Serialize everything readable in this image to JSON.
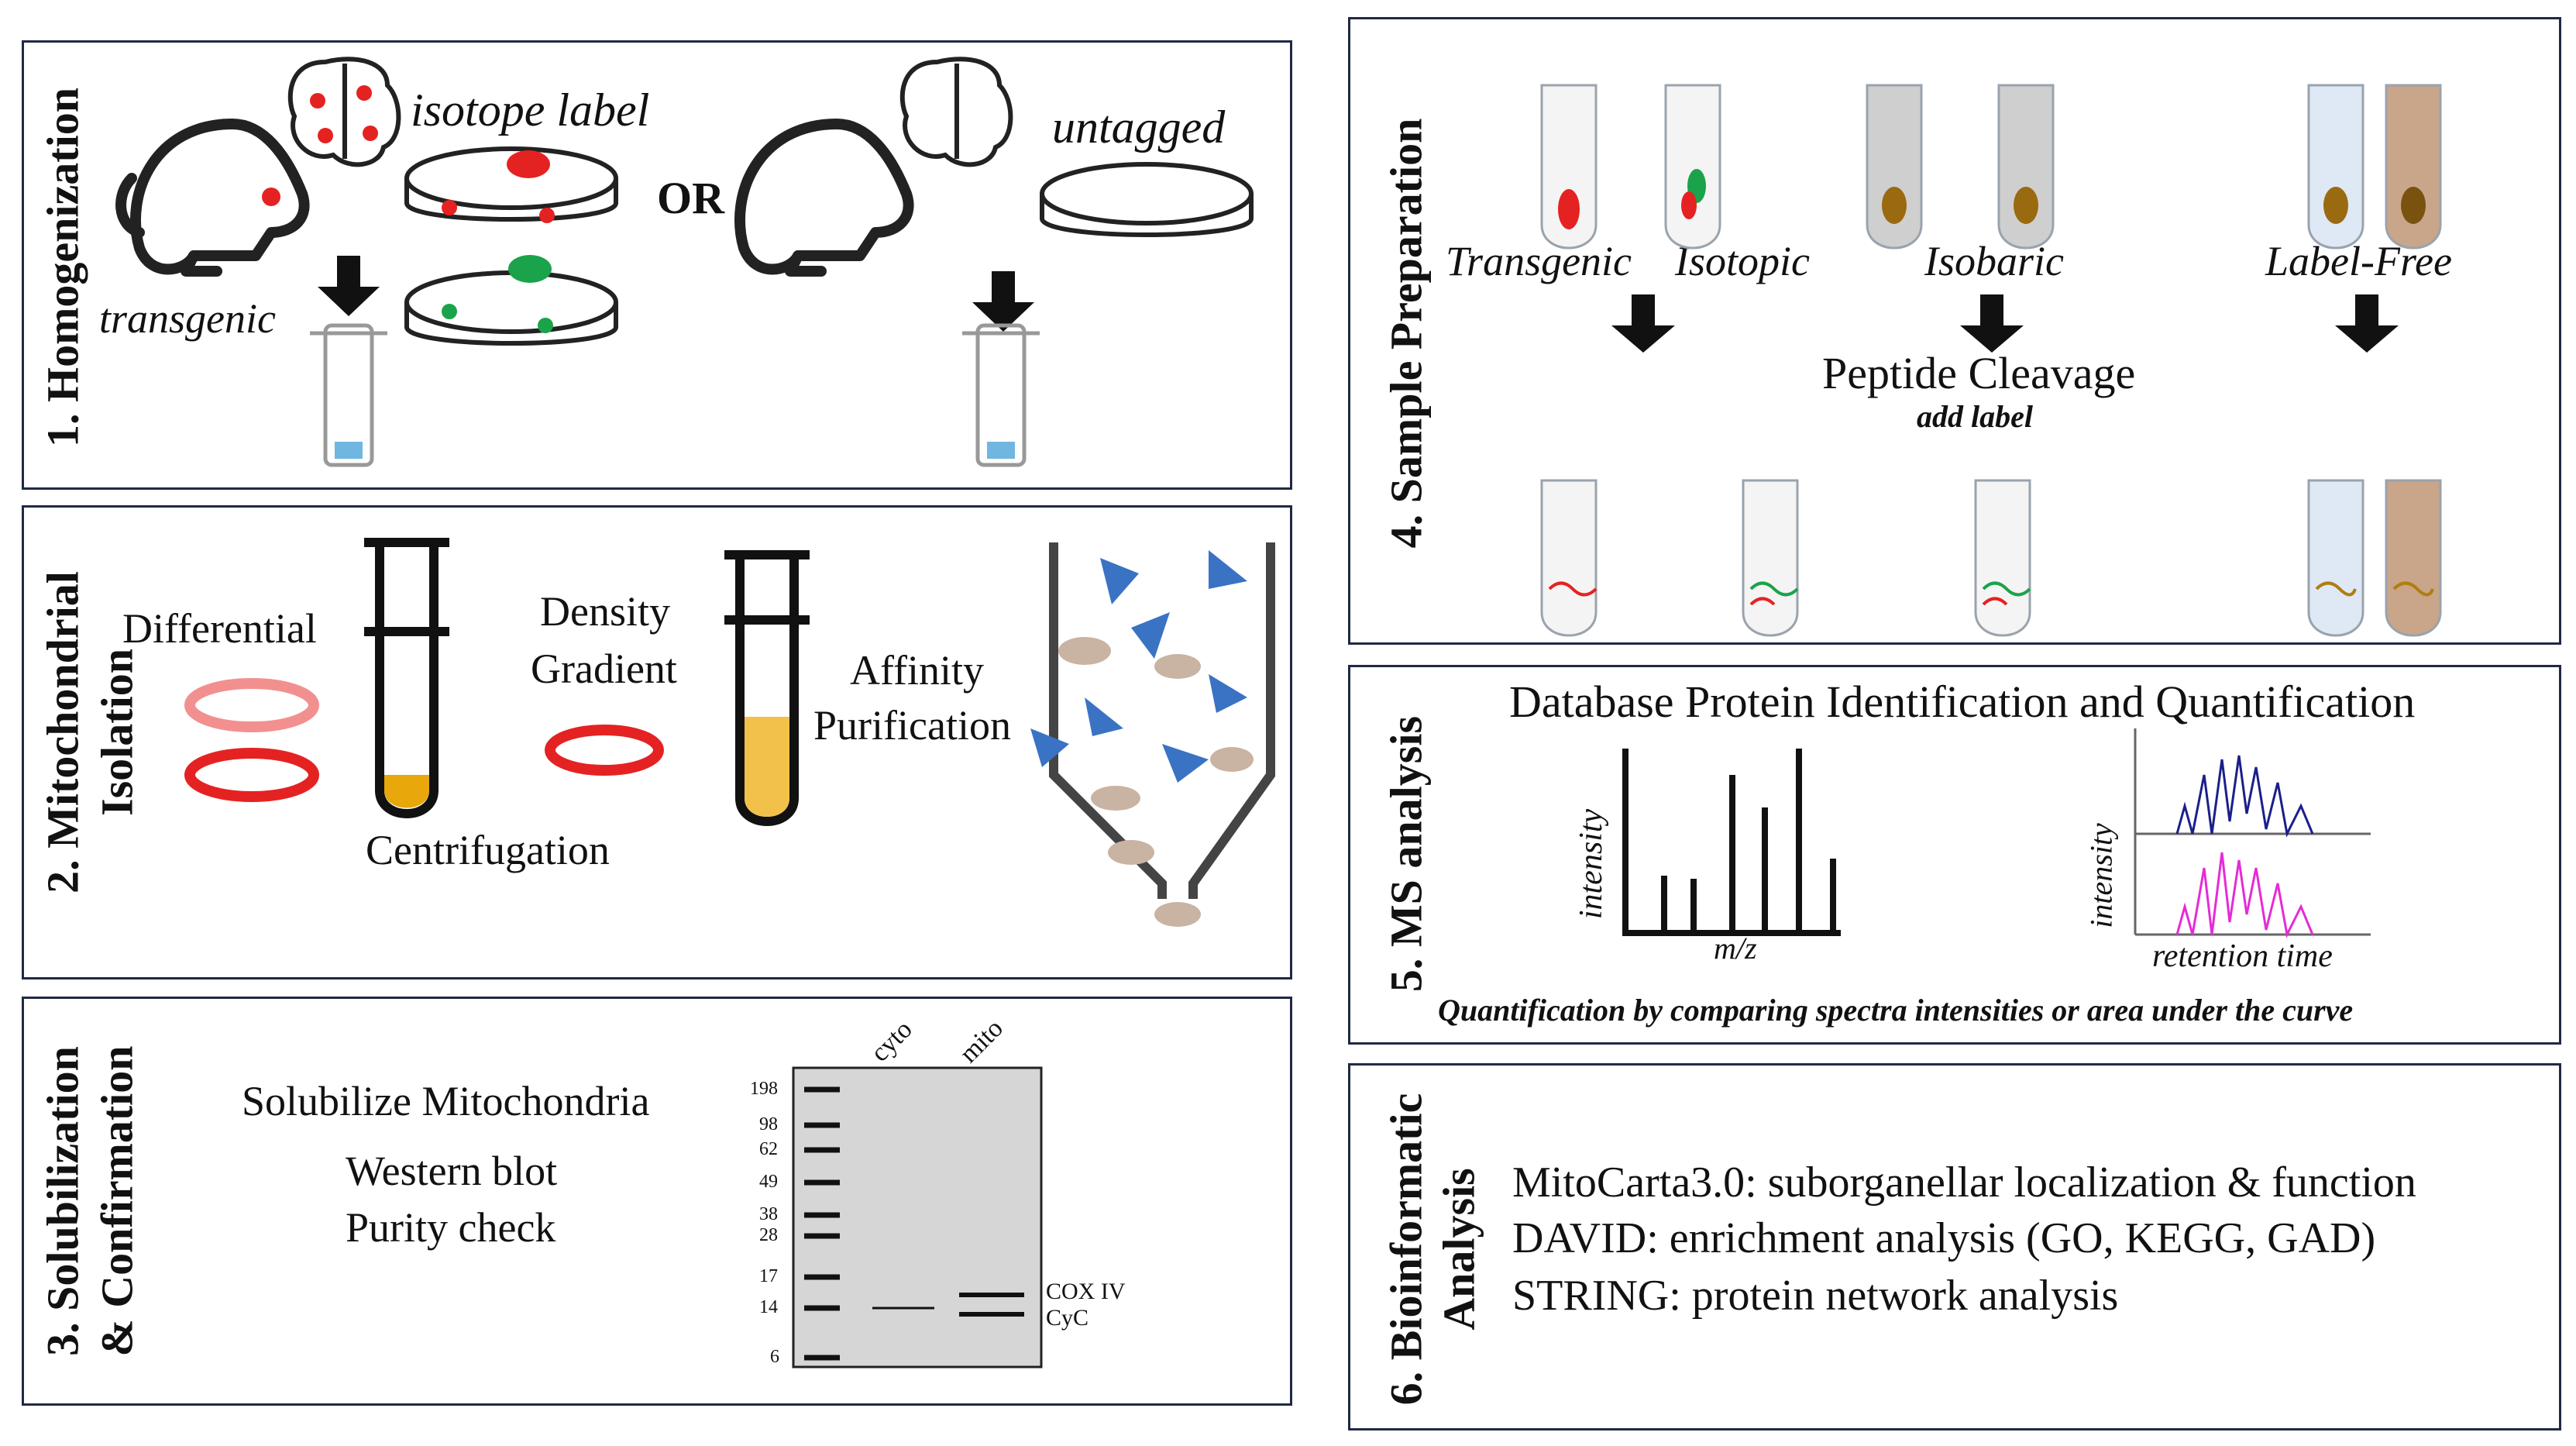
{
  "panels": {
    "p1": {
      "title": "1. Homogenization",
      "isotope_label": "isotope label",
      "or": "OR",
      "untagged": "untagged",
      "transgenic": "transgenic"
    },
    "p2": {
      "title_line1": "2. Mitochondrial",
      "title_line2": "Isolation",
      "differential": "Differential",
      "density": "Density",
      "gradient": "Gradient",
      "affinity": "Affinity",
      "purification": "Purification",
      "centrifugation": "Centrifugation"
    },
    "p3": {
      "title_line1": "3. Solubilization",
      "title_line2": "& Confirmation",
      "solubilize": "Solubilize Mitochondria",
      "western": "Western blot",
      "purity": "Purity check",
      "lanes": [
        "cyto",
        "mito"
      ],
      "markers": [
        "198",
        "98",
        "62",
        "49",
        "38",
        "28",
        "17",
        "14",
        "6"
      ],
      "bands": [
        "COX IV",
        "CyC"
      ]
    },
    "p4": {
      "title": "4. Sample Preparation",
      "labels": [
        "Transgenic",
        "Isotopic",
        "Isobaric",
        "Label-Free"
      ],
      "cleavage": "Peptide Cleavage",
      "add_label": "add label"
    },
    "p5": {
      "title": "5. MS analysis",
      "heading": "Database Protein Identification and Quantification",
      "intensity": "intensity",
      "mz": "m/z",
      "intensity2": "intensity",
      "retention": "retention time",
      "footer": "Quantification by comparing spectra intensities or area under the curve"
    },
    "p6": {
      "title_line1": "6. Bioinformatic",
      "title_line2": "Analysis",
      "lines": [
        "MitoCarta3.0: suborganellar localization & function",
        "DAVID: enrichment analysis (GO, KEGG, GAD)",
        "STRING: protein network analysis"
      ]
    }
  },
  "colors": {
    "border": "#1f2a44",
    "red": "#e52222",
    "green": "#1aa34a",
    "blue_triangle": "#3a73c4",
    "gold": "#e8a70a",
    "mito_brown": "#c9b3a3"
  }
}
